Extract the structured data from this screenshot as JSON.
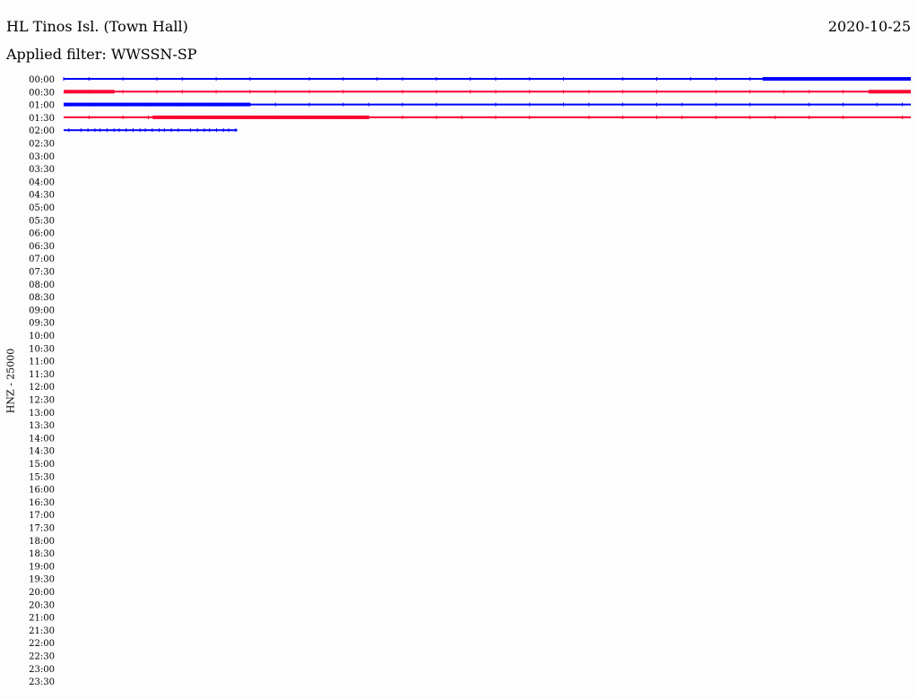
{
  "header": {
    "station": "HL Tinos Isl. (Town Hall)",
    "date": "2020-10-25",
    "filter": "Applied filter: WWSSN-SP"
  },
  "chart_data": {
    "type": "line",
    "title": "HL Tinos Isl. (Town Hall)",
    "ylabel": "HNZ - 25000",
    "row_interval_minutes": 30,
    "row_labels": [
      "00:00",
      "00:30",
      "01:00",
      "01:30",
      "02:00",
      "02:30",
      "03:00",
      "03:30",
      "04:00",
      "04:30",
      "05:00",
      "05:30",
      "06:00",
      "06:30",
      "07:00",
      "07:30",
      "08:00",
      "08:30",
      "09:00",
      "09:30",
      "10:00",
      "10:30",
      "11:00",
      "11:30",
      "12:00",
      "12:30",
      "13:00",
      "13:30",
      "14:00",
      "14:30",
      "15:00",
      "15:30",
      "16:00",
      "16:30",
      "17:00",
      "17:30",
      "18:00",
      "18:30",
      "19:00",
      "19:30",
      "20:00",
      "20:30",
      "21:00",
      "21:30",
      "22:00",
      "22:30",
      "23:00",
      "23:30"
    ],
    "colors": [
      "#0000ff",
      "#ff0033"
    ],
    "traces": [
      {
        "row": "00:00",
        "fraction_complete": 1.0,
        "noisy_segments": [
          [
            0.825,
            1.0
          ]
        ]
      },
      {
        "row": "00:30",
        "fraction_complete": 1.0,
        "noisy_segments": [
          [
            0.0,
            0.06
          ],
          [
            0.95,
            1.0
          ]
        ]
      },
      {
        "row": "01:00",
        "fraction_complete": 1.0,
        "noisy_segments": [
          [
            0.0,
            0.22
          ]
        ]
      },
      {
        "row": "01:30",
        "fraction_complete": 1.0,
        "noisy_segments": [
          [
            0.105,
            0.36
          ]
        ]
      },
      {
        "row": "02:00",
        "fraction_complete": 0.205,
        "noisy_segments": []
      }
    ]
  }
}
